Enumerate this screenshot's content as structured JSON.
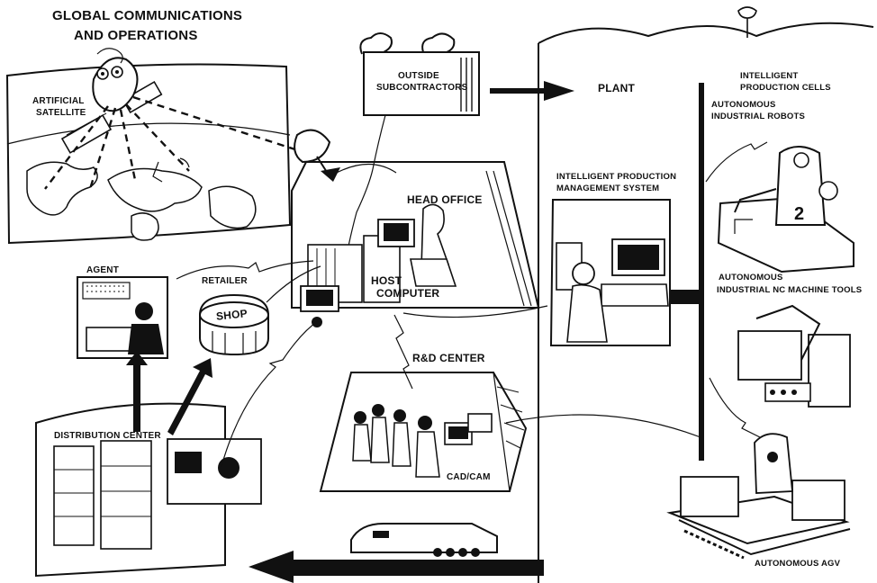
{
  "labels": {
    "global": [
      "GLOBAL COMMUNICATIONS",
      "AND OPERATIONS"
    ],
    "satellite": [
      "ARTIFICIAL",
      "SATELLITE"
    ],
    "subcontractors": [
      "OUTSIDE",
      "SUBCONTRACTORS"
    ],
    "plant": "PLANT",
    "head_office": "HEAD OFFICE",
    "host_computer": [
      "HOST",
      "COMPUTER"
    ],
    "agent": "AGENT",
    "retailer": "RETAILER",
    "shop": "SHOP",
    "rd_center": "R&D CENTER",
    "cadcam": "CAD/CAM",
    "distribution_center": "DISTRIBUTION CENTER",
    "ipms": [
      "INTELLIGENT PRODUCTION",
      "MANAGEMENT SYSTEM"
    ],
    "ipc": [
      "INTELLIGENT",
      "PRODUCTION CELLS"
    ],
    "robots": [
      "AUTONOMOUS",
      "INDUSTRIAL ROBOTS"
    ],
    "nc_tools": [
      "AUTONOMOUS",
      "INDUSTRIAL NC MACHINE TOOLS"
    ],
    "agv": "AUTONOMOUS AGV",
    "robot_number": "2"
  }
}
